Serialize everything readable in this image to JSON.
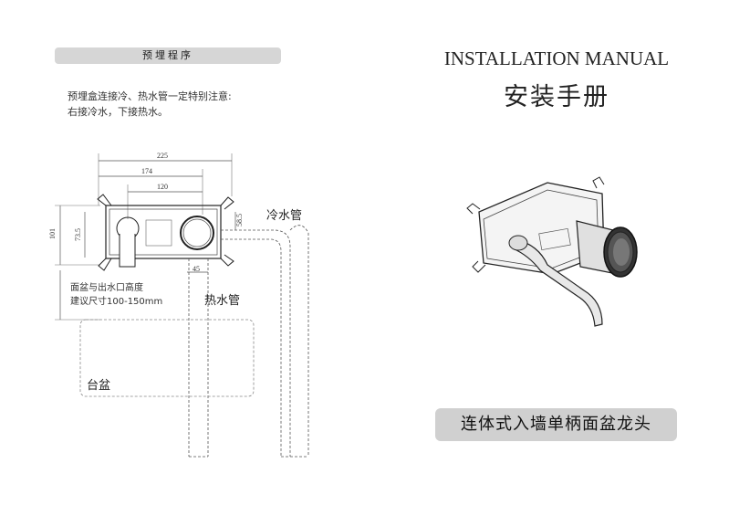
{
  "left": {
    "section_title": "预埋程序",
    "notice_line1": "预埋盒连接冷、热水管一定特别注意:",
    "notice_line2": "右接冷水，下接热水。",
    "dims": {
      "d225": "225",
      "d174": "174",
      "d120": "120",
      "d101": "101",
      "d73_5": "73.5",
      "d58_5": "58.5",
      "d45": "45"
    },
    "cold_pipe": "冷水管",
    "hot_pipe": "热水管",
    "height_note1": "面盆与出水口高度",
    "height_note2": "建议尺寸100-150mm",
    "basin": "台盆"
  },
  "right": {
    "title_en": "INSTALLATION MANUAL",
    "title_zh": "安装手册",
    "product_name": "连体式入墙单柄面盆龙头"
  }
}
